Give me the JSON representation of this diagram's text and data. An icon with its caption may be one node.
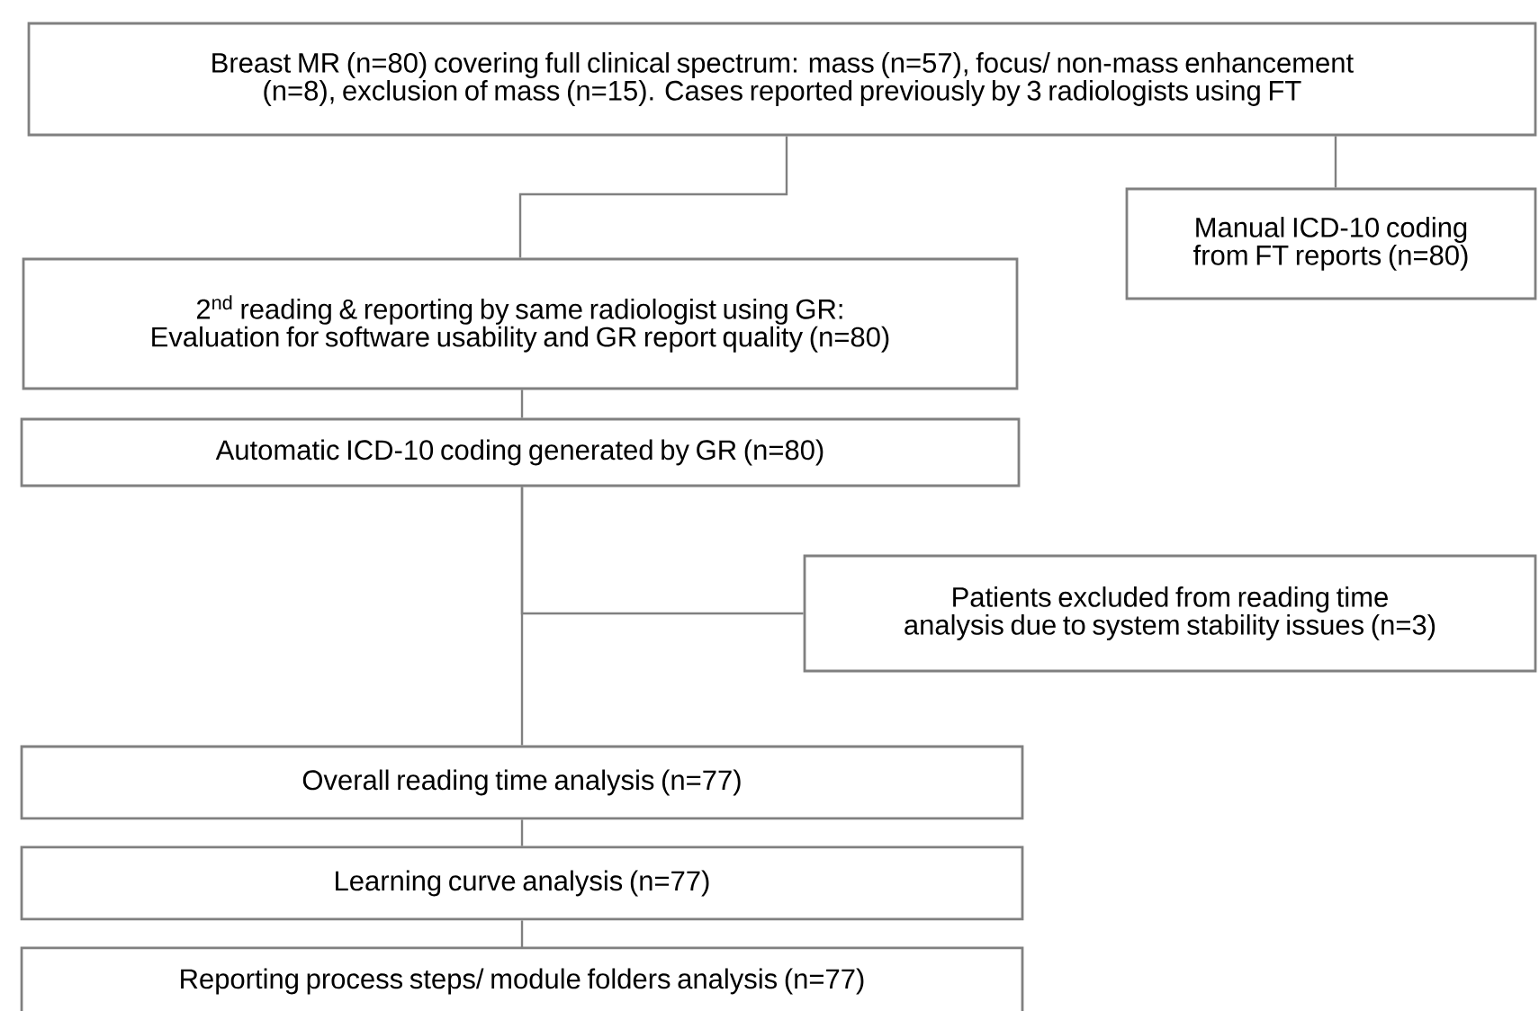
{
  "diagram": {
    "nodes": [
      {
        "text": [
          "Breast MR (n=80) covering full clinical spectrum: mass (n=57), focus/ non-mass enhancement (n=8), exclusion of mass (n=15). Cases reported previously by 3 radiologists using FT"
        ]
      },
      {
        "text": [
          "Manual ICD-10 coding from FT reports (n=80)"
        ]
      },
      {
        "text": [
          "2$^{nd}$ reading & reporting by same radiologist using GR: Evaluation for software usability and GR report quality (n=80)"
        ]
      },
      {
        "text": [
          "Automatic ICD-10 coding generated by GR (n=80)"
        ]
      },
      {
        "text": [
          "Patients excluded from reading time analysis due to system stability issues (n=3)"
        ]
      },
      {
        "text": [
          "Overall reading time analysis (n=77)"
        ]
      },
      {
        "text": [
          "Learning curve analysis (n=77)"
        ]
      },
      {
        "text": [
          "Reporting process steps/ module folders analysis (n=77)"
        ]
      }
    ],
    "edges": [
      {
        "from": 0,
        "to": 2,
        "arrow": "none"
      },
      {
        "from": 0,
        "to": 1,
        "arrow": "none"
      },
      {
        "from": 2,
        "to": 3,
        "arrow": "none"
      },
      {
        "from": 3,
        "to": 4,
        "arrow": "none"
      },
      {
        "from": 3,
        "to": 5,
        "arrow": "none"
      },
      {
        "from": 5,
        "to": 6,
        "arrow": "none"
      },
      {
        "from": 6,
        "to": 7,
        "arrow": "none"
      }
    ]
  }
}
